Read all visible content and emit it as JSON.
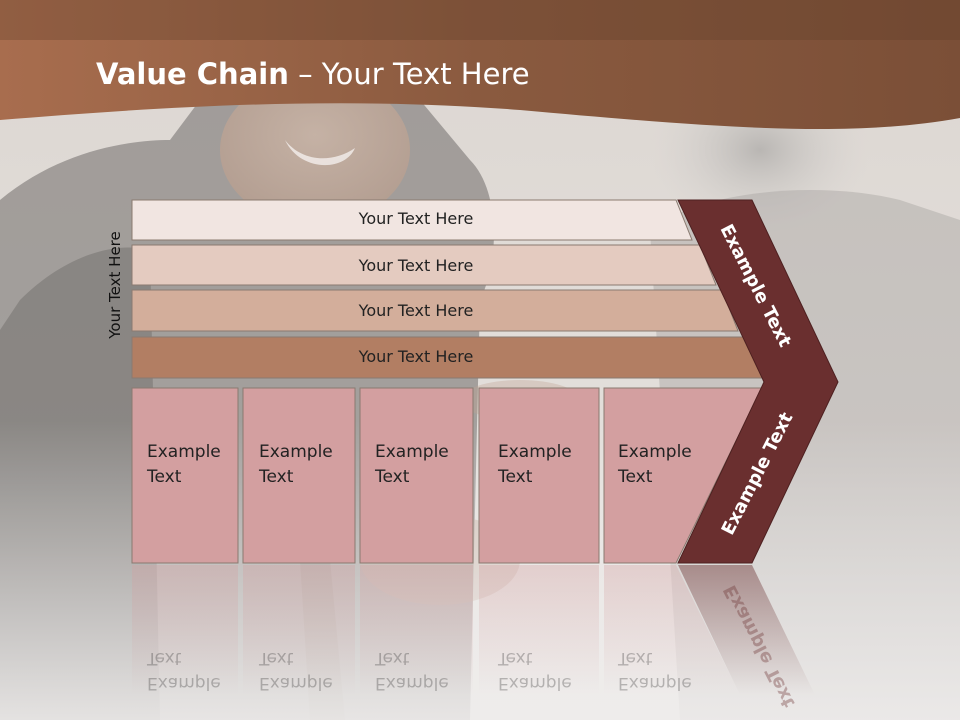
{
  "slide": {
    "title_bold": "Value Chain",
    "title_rest": " – Your Text Here",
    "side_label": "Your Text Here",
    "bars": [
      {
        "label": "Your Text Here",
        "color": "#f1e5e1"
      },
      {
        "label": "Your Text Here",
        "color": "#e4cbc0"
      },
      {
        "label": "Your Text Here",
        "color": "#d3ae9b"
      },
      {
        "label": "Your Text Here",
        "color": "#b27e63"
      }
    ],
    "boxes": [
      {
        "line1": "Example",
        "line2": "Text"
      },
      {
        "line1": "Example",
        "line2": "Text"
      },
      {
        "line1": "Example",
        "line2": "Text"
      },
      {
        "line1": "Example",
        "line2": "Text"
      },
      {
        "line1": "Example",
        "line2": "Text"
      }
    ],
    "chevron_top_label": "Example Text",
    "chevron_bottom_label": "Example Text"
  },
  "colors": {
    "header": "#8a5a3f",
    "box_fill": "#d39fa0",
    "chevron": "#6a2f2f"
  }
}
